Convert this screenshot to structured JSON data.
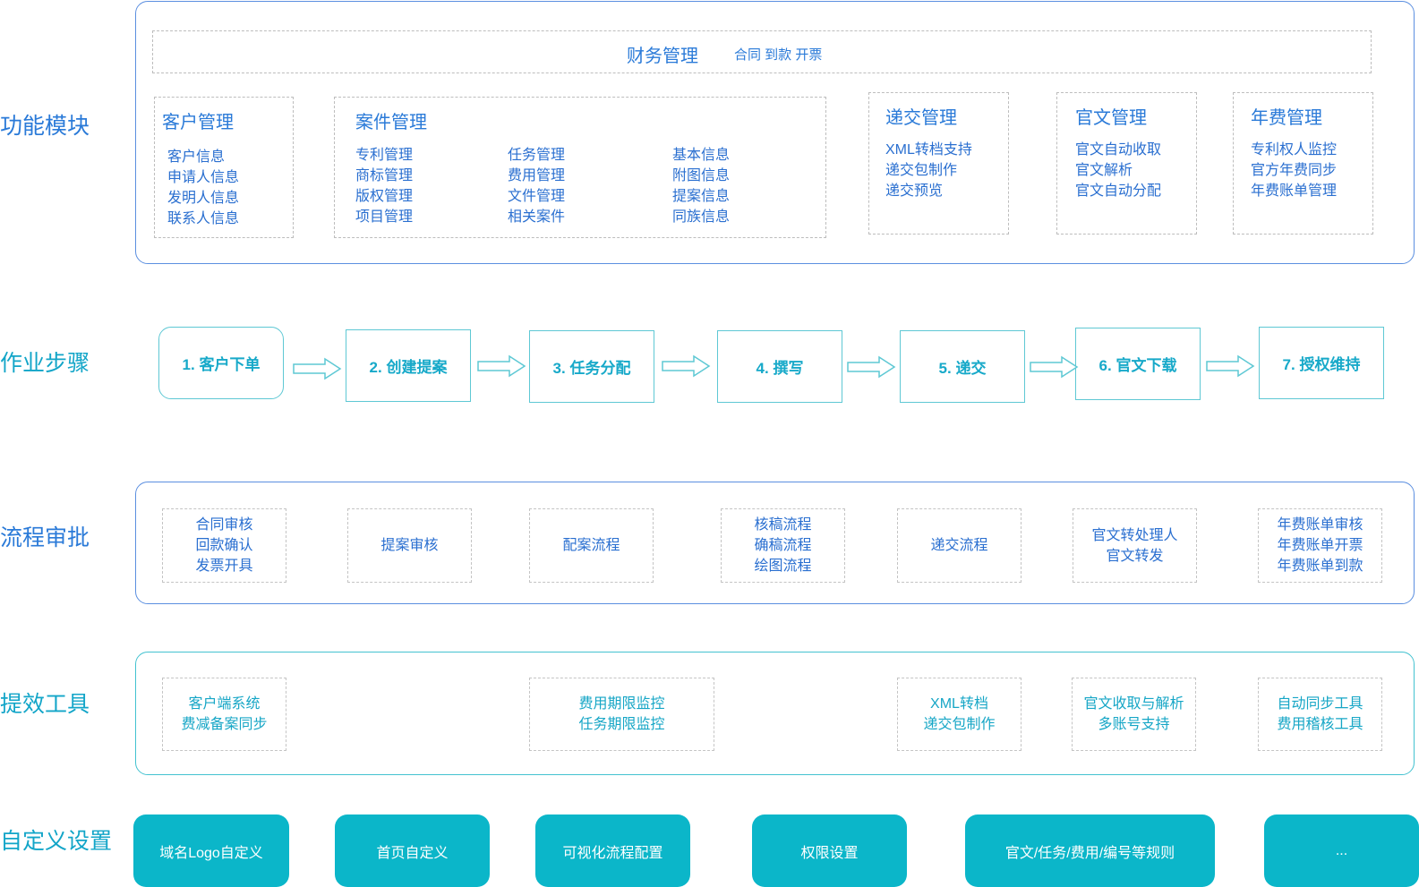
{
  "rows": {
    "functions": "功能模块",
    "steps": "作业步骤",
    "approval": "流程审批",
    "tools": "提效工具",
    "settings": "自定义设置"
  },
  "finance": {
    "title": "财务管理",
    "sub": "合同 到款 开票"
  },
  "customer": {
    "title": "客户管理",
    "items": [
      "客户信息",
      "申请人信息",
      "发明人信息",
      "联系人信息"
    ]
  },
  "cases": {
    "title": "案件管理",
    "col1": [
      "专利管理",
      "商标管理",
      "版权管理",
      "项目管理"
    ],
    "col2": [
      "任务管理",
      "费用管理",
      "文件管理",
      "相关案件"
    ],
    "col3": [
      "基本信息",
      "附图信息",
      "提案信息",
      "同族信息"
    ]
  },
  "submission": {
    "title": "递交管理",
    "items": [
      "XML转档支持",
      "递交包制作",
      "递交预览"
    ]
  },
  "official": {
    "title": "官文管理",
    "items": [
      "官文自动收取",
      "官文解析",
      "官文自动分配"
    ]
  },
  "annual": {
    "title": "年费管理",
    "items": [
      "专利权人监控",
      "官方年费同步",
      "年费账单管理"
    ]
  },
  "steps": [
    "1. 客户下单",
    "2. 创建提案",
    "3. 任务分配",
    "4. 撰写",
    "5. 递交",
    "6. 官文下载",
    "7. 授权维持"
  ],
  "approvals": [
    [
      "合同审核",
      "回款确认",
      "发票开具"
    ],
    [
      "提案审核"
    ],
    [
      "配案流程"
    ],
    [
      "核稿流程",
      "确稿流程",
      "绘图流程"
    ],
    [
      "递交流程"
    ],
    [
      "官文转处理人",
      "官文转发"
    ],
    [
      "年费账单审核",
      "年费账单开票",
      "年费账单到款"
    ]
  ],
  "tools": [
    [
      "客户端系统",
      "费减备案同步"
    ],
    [
      "费用期限监控",
      "任务期限监控"
    ],
    [
      "XML转档",
      "递交包制作"
    ],
    [
      "官文收取与解析",
      "多账号支持"
    ],
    [
      "自动同步工具",
      "费用稽核工具"
    ]
  ],
  "settings": [
    "域名Logo自定义",
    "首页自定义",
    "可视化流程配置",
    "权限设置",
    "官文/任务/费用/编号等规则",
    "..."
  ],
  "colors": {
    "blue": "#2a7ad8",
    "teal": "#12a5c8",
    "setting_bg": "#0bb6c9"
  }
}
